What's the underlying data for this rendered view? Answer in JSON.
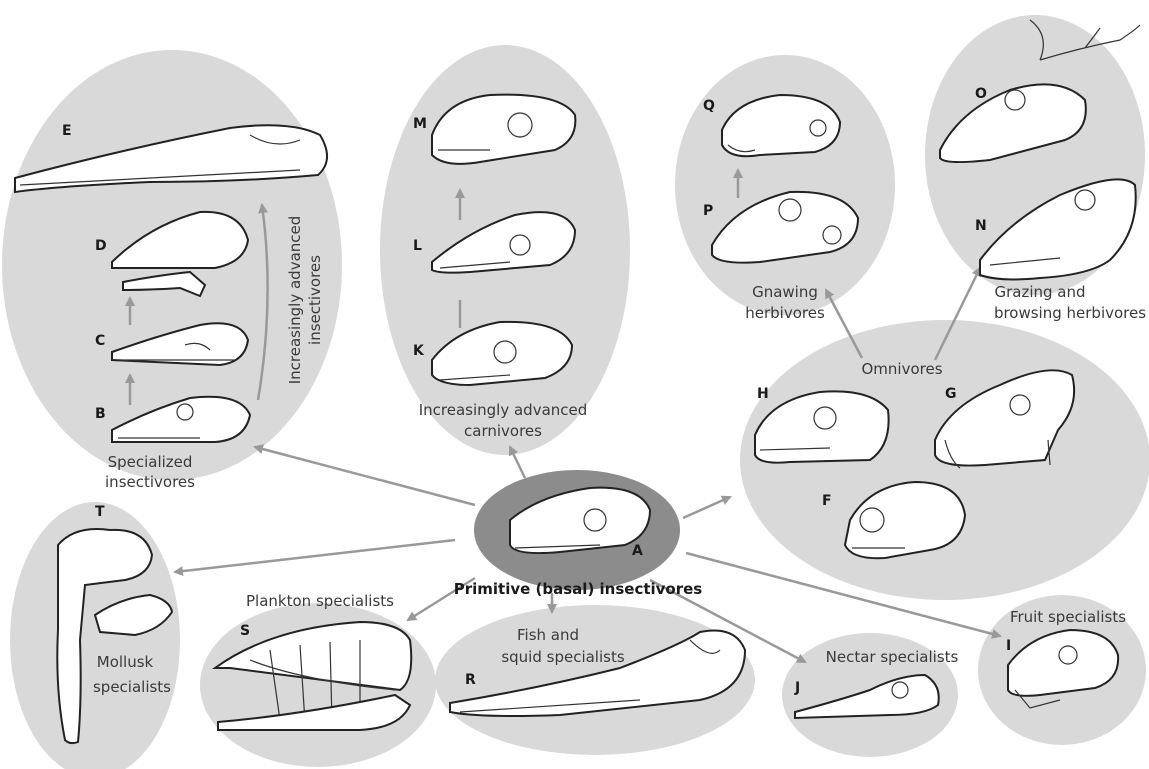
{
  "colors": {
    "group_fill": "#d9d9d9",
    "center_fill": "#8c8c8c",
    "arrow": "#999999",
    "text": "#3a3a3a"
  },
  "groups": {
    "insectivores": {
      "label_1": "Specialized",
      "label_2": "insectivores",
      "trend_1": "Increasingly advanced",
      "trend_2": "insectivores",
      "letters": [
        "E",
        "D",
        "C",
        "B"
      ]
    },
    "carnivores": {
      "label_1": "Increasingly advanced",
      "label_2": "carnivores",
      "letters": [
        "M",
        "L",
        "K"
      ]
    },
    "gnawing": {
      "label_1": "Gnawing",
      "label_2": "herbivores",
      "letters": [
        "Q",
        "P"
      ]
    },
    "grazing": {
      "label_1": "Grazing and",
      "label_2": "browsing herbivores",
      "letters": [
        "O",
        "N"
      ]
    },
    "omnivores": {
      "label": "Omnivores",
      "letters": [
        "H",
        "G",
        "F"
      ]
    },
    "center": {
      "label": "Primitive (basal) insectivores",
      "letter": "A"
    },
    "mollusk": {
      "label_1": "Mollusk",
      "label_2": "specialists",
      "letter": "T"
    },
    "plankton": {
      "label": "Plankton specialists",
      "letter": "S"
    },
    "fish": {
      "label_1": "Fish  and",
      "label_2": "squid specialists",
      "letter": "R"
    },
    "nectar": {
      "label": "Nectar specialists",
      "letter": "J"
    },
    "fruit": {
      "label": "Fruit specialists",
      "letter": "I"
    }
  }
}
